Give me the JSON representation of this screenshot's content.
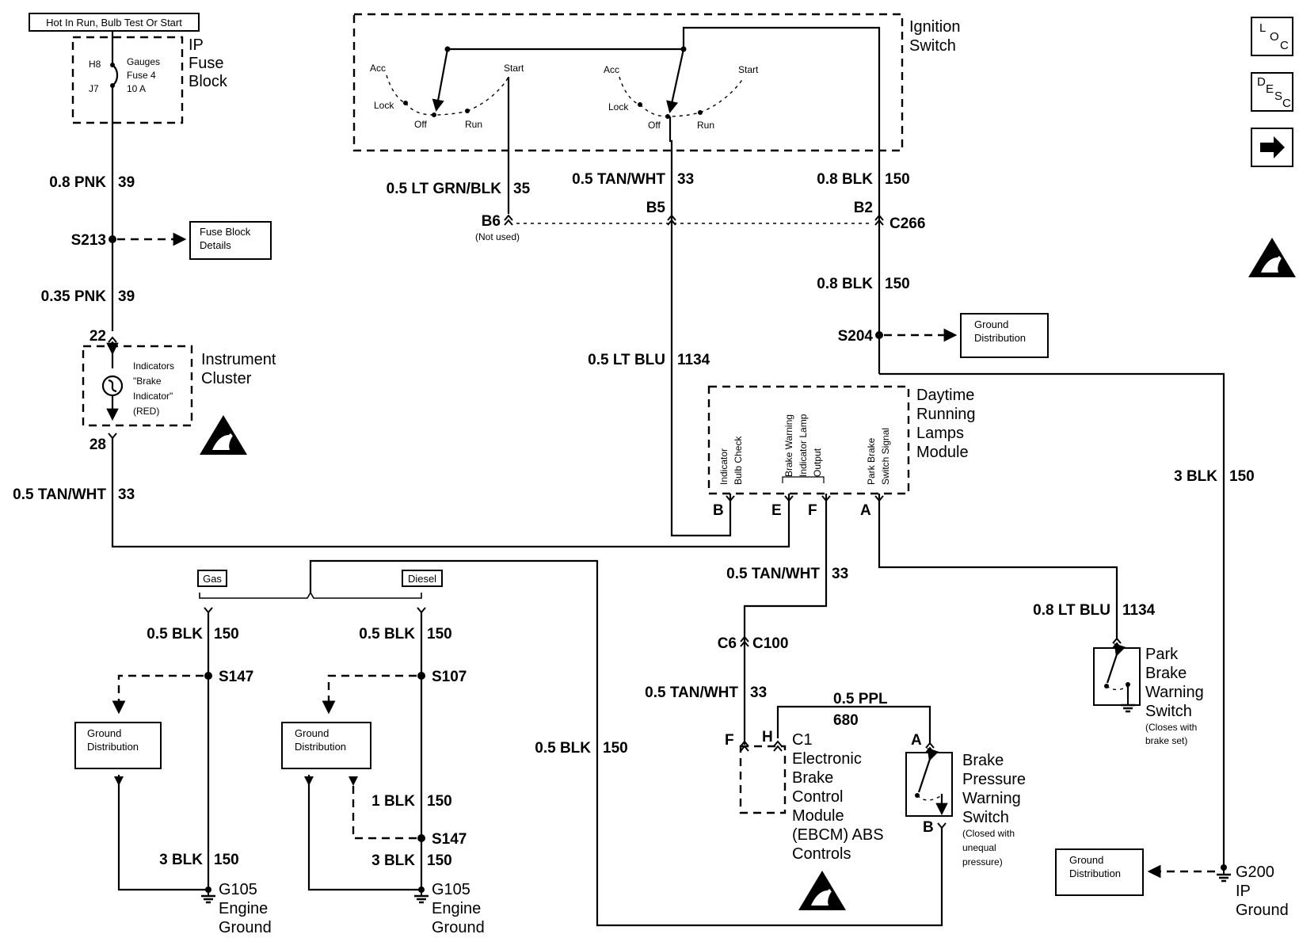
{
  "header_box": "Hot In Run, Bulb Test Or Start",
  "ip_fuse_block": {
    "title": [
      "IP",
      "Fuse",
      "Block"
    ],
    "pins": [
      "H8",
      "J7"
    ],
    "fuse": [
      "Gauges",
      "Fuse 4",
      "10 A"
    ]
  },
  "ignition_switch": {
    "title": [
      "Ignition",
      "Switch"
    ],
    "positions": [
      "Acc",
      "Lock",
      "Off",
      "Run",
      "Start"
    ]
  },
  "wires": {
    "w_pnk_08": "0.8 PNK",
    "w_pnk_08_ckt": "39",
    "w_pnk_035": "0.35 PNK",
    "w_pnk_035_ckt": "39",
    "w_tanwht_left": "0.5 TAN/WHT",
    "w_tanwht_left_ckt": "33",
    "w_ltgrn": "0.5 LT GRN/BLK",
    "w_ltgrn_ckt": "35",
    "w_tanwht_top": "0.5 TAN/WHT",
    "w_tanwht_top_ckt": "33",
    "w_blk08_top": "0.8 BLK",
    "w_blk08_top_ckt": "150",
    "w_blk08_mid": "0.8 BLK",
    "w_blk08_mid_ckt": "150",
    "w_ltblu05": "0.5 LT BLU",
    "w_ltblu05_ckt": "1134",
    "w_blk3_right": "3 BLK",
    "w_blk3_right_ckt": "150",
    "w_tanwht_f": "0.5 TAN/WHT",
    "w_tanwht_f_ckt": "33",
    "w_ltblu08": "0.8 LT BLU",
    "w_ltblu08_ckt": "1134",
    "w_tanwht_c6": "0.5 TAN/WHT",
    "w_tanwht_c6_ckt": "33",
    "w_ppl": "0.5 PPL",
    "w_ppl_ckt": "680",
    "w_blk05_long": "0.5 BLK",
    "w_blk05_long_ckt": "150",
    "w_blk05_gas": "0.5 BLK",
    "w_blk05_gas_ckt": "150",
    "w_blk05_diesel": "0.5 BLK",
    "w_blk05_diesel_ckt": "150",
    "w_blk1": "1 BLK",
    "w_blk1_ckt": "150",
    "w_blk3_gas": "3 BLK",
    "w_blk3_gas_ckt": "150",
    "w_blk3_diesel": "3 BLK",
    "w_blk3_diesel_ckt": "150"
  },
  "splices": {
    "s213": "S213",
    "s204": "S204",
    "s147a": "S147",
    "s107": "S107",
    "s147b": "S147"
  },
  "connectors": {
    "b6": "B6",
    "b6_note": "(Not used)",
    "b5": "B5",
    "b2": "B2",
    "c266": "C266",
    "c6": "C6",
    "c100": "C100"
  },
  "references": {
    "fuse_block_details": [
      "Fuse Block",
      "Details"
    ],
    "ground_distribution": [
      "Ground",
      "Distribution"
    ]
  },
  "instrument_cluster": {
    "title": [
      "Instrument",
      "Cluster"
    ],
    "pin_top": "22",
    "pin_bottom": "28",
    "indicator": [
      "Indicators",
      "\"Brake",
      "Indicator\"",
      "(RED)"
    ]
  },
  "drl_module": {
    "title": [
      "Daytime",
      "Running",
      "Lamps",
      "Module"
    ],
    "pins": [
      "B",
      "E",
      "F",
      "A"
    ],
    "signals": {
      "bulb_check": [
        "Indicator",
        "Bulb Check"
      ],
      "lamp_output": [
        "Brake Warning",
        "Indicator Lamp",
        "Output"
      ],
      "park_brake": [
        "Park Brake",
        "Switch Signal"
      ]
    }
  },
  "engine_options": {
    "gas": "Gas",
    "diesel": "Diesel"
  },
  "grounds": {
    "g105_gas": [
      "G105",
      "Engine",
      "Ground"
    ],
    "g105_diesel": [
      "G105",
      "Engine",
      "Ground"
    ],
    "g200": [
      "G200",
      "IP",
      "Ground"
    ]
  },
  "ebcm": {
    "pins": [
      "F",
      "H"
    ],
    "connector": "C1",
    "title": [
      "Electronic",
      "Brake",
      "Control",
      "Module",
      "(EBCM) ABS",
      "Controls"
    ]
  },
  "brake_pressure_switch": {
    "pins": [
      "A",
      "B"
    ],
    "title": [
      "Brake",
      "Pressure",
      "Warning",
      "Switch"
    ],
    "note": [
      "(Closed with",
      "unequal",
      "pressure)"
    ]
  },
  "park_brake_switch": {
    "title": [
      "Park",
      "Brake",
      "Warning",
      "Switch"
    ],
    "note": [
      "(Closes with",
      "brake set)"
    ]
  },
  "nav_icons": {
    "loc": [
      "L",
      "O",
      "C"
    ],
    "desc": [
      "D",
      "E",
      "S",
      "C"
    ],
    "next": "arrow-right-icon",
    "esd": "esd-warning-icon"
  }
}
